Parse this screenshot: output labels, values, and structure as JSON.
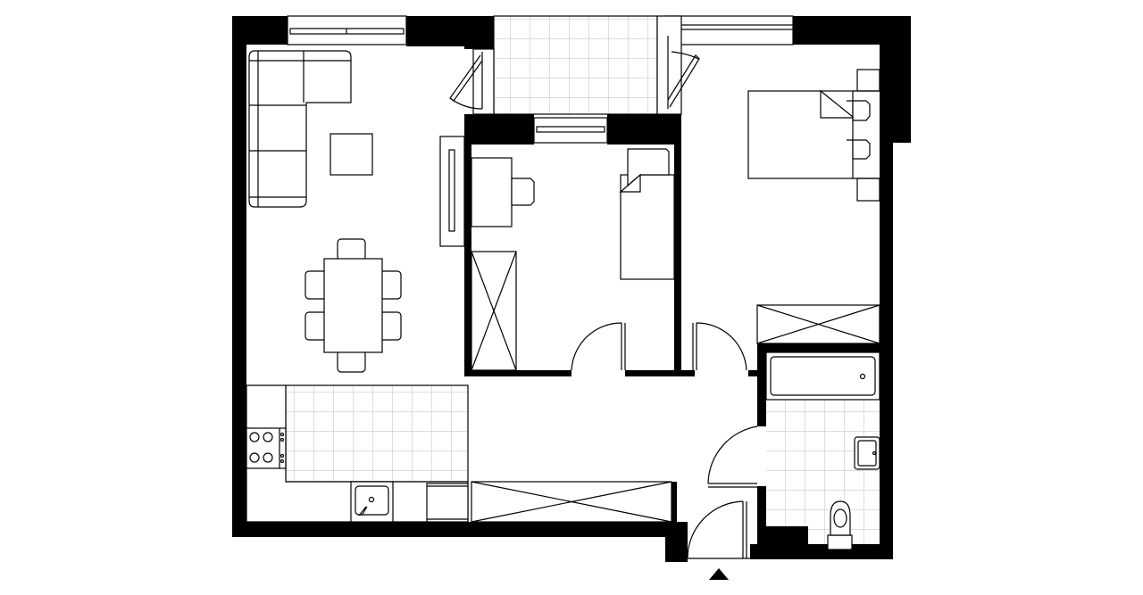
{
  "plan": {
    "colors": {
      "wall": "#000000",
      "background": "#ffffff",
      "tile_grid": "#bdbdbd",
      "line": "#000000"
    },
    "rooms": [
      "living-dining-room",
      "kitchen",
      "bedroom-small",
      "bedroom-master",
      "bathroom",
      "hallway",
      "balcony"
    ],
    "icons": [
      "entrance-arrow-icon"
    ]
  }
}
